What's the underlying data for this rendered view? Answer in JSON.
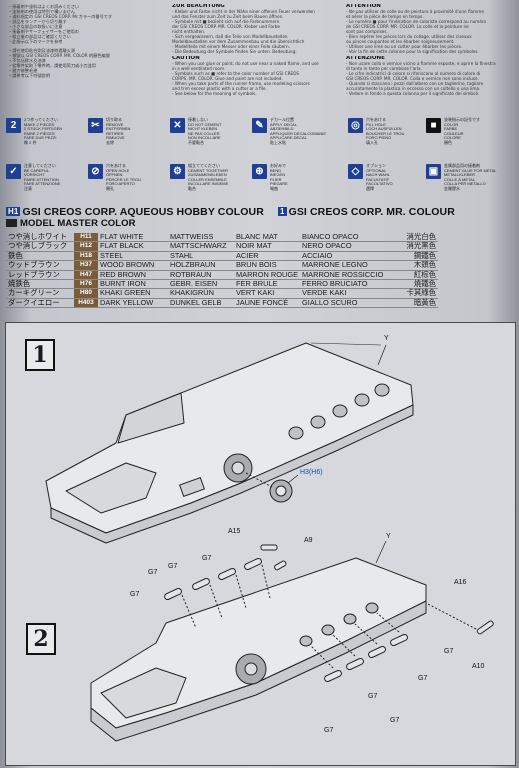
{
  "notes": {
    "zur_title": "ZUR BEACHTUNG",
    "attention_title": "ATTENTION",
    "caution_title": "CAUTION",
    "attenzione_title": "ATTENZIONE",
    "jp_col1": [
      "・接着剤や塗料はよくお読みください",
      "・塗装剤の使用は特別で構いません",
      "・道料指定の GSI CREOS CORP. Mr.カラーの番号です",
      "・部品をランナーから切り離す",
      "・小さな部品の取扱いに注意",
      "・接着剤やサーフェイサーをご使用の",
      "・組立後の部品はご確認ください",
      "・此指示以下のマークを参考"
    ],
    "zur_col": [
      "- Kleber und Farbe nicht in der Nähe einer offenen Feuer verwenden",
      "  und das Fenster zum Zeit zu Zeit beim Bauen öffnen.",
      "- Symbole mit ■ bezieht sich auf die Farbnummern",
      "  der GSI CREOS CORP. MR. COLOR. Kleber und Farbe",
      "  nicht enthalten.",
      "- Sich vergewissern, daß die Teile von Modellbaustellen",
      "  Modellbaustellen vor dem Zusammenbau und die übersichtlich",
      "- Modellteile mit einem Messer oder einer Feile säubern.",
      "- Die Bedeutung der Symbole finden Sie unten. Bedeutung:"
    ],
    "att_col": [
      "- Ne pas utiliser de colle ou de peinture à proximité d'une flamme",
      "  et aérer la pièce de temps en temps.",
      "- Le numéro ■ pour l'indication de coloriste correspond au numéro",
      "  de GSI CREOS CORP. MR. COLOR. La colle et la peinture ne",
      "  sont pas comprises.",
      "- Bien repérer les pièces lors du collage, utiliser des ciseaux",
      "  ou pinces coupantes et les ébarber soigneusement.",
      "- Utiliser une lime ou un cutter pour ébarber les pièces.",
      "- Voir la fin de cette colonne pour la signification des symboles"
    ],
    "caution_col": [
      "- When you use glue or paint, do not use near a naked flame, and use",
      "  in a well-ventilated room.",
      "- Symbols such as ■ refer to the color number of GSI CREOS",
      "  CORPS. MR. COLOR. Glue and paint are not included.",
      "- When you take parts of the runner frame, use modeling scissors",
      "  and trim excess plastic with a cutter or a file.",
      "- See below for the meaning of symbols."
    ],
    "attenzione_col": [
      "- Non usare colla e vernice vicino a fiamme esposte, e aprire la finestra",
      "  di tanto in tanto per cambiare l'aria.",
      "- Le cifre indicatrici di colore si riferiscono al numero di colore di",
      "  GSI CREOS CORP. MR. COLOR. Colla e vernice non sono incluse.",
      "- Quando si staccano i pezzi dall'albero con un taglierino, tagliare",
      "  accuratamente la plastica in eccesso con un coltello o una lima.",
      "- Vedere in fondo a questa colonna per il significato dei simboli."
    ],
    "jp_col2": [
      "・請在使用粘合劑及油漆時遠離火源",
      "・標號以 GSI CREOS CORP. MR. COLOR 的顏色編號",
      "・不包括膠水及油漆",
      "・從零件架取下零件時，請使用剪刀或小刀並用",
      "・銼刀修整毛邊",
      "・請參考以下符號說明"
    ]
  },
  "legend": [
    {
      "icon": "2",
      "lines": [
        "2つ作ってください",
        "MAKE 2 PIECES",
        "2 STÜCK FERTIGEN",
        "FAIRE 2 PIÈCES",
        "FARE DUE PEZZI",
        "做 2 件",
        "製作 2 個"
      ]
    },
    {
      "icon": "✂",
      "lines": [
        "切り取る",
        "REMOVE",
        "ENTFERNEN",
        "RETIRER",
        "RIMUOVE",
        "去除",
        "去除"
      ]
    },
    {
      "icon": "✕",
      "lines": [
        "接着しない",
        "DO NOT CEMENT",
        "NICHT KLEBEN",
        "NE PAS COLLER",
        "NON INCOLLARE",
        "不要黏合",
        "請勿黏合"
      ]
    },
    {
      "icon": "✎",
      "lines": [
        "デカール位置",
        "APPLY DECAL",
        "ABZIEHBILD",
        "APPLIQUER DÉCALCOMANIE",
        "APPLICARE DECAL",
        "貼上水貼",
        "貼上水貼"
      ]
    },
    {
      "icon": "◎",
      "lines": [
        "穴をあける",
        "FILL HOLE",
        "LOCH AUSFÜLLEN",
        "BOUCHER LE TROU",
        "FORO PIENO",
        "填入孔",
        "填入孔"
      ]
    },
    {
      "icon": "■",
      "lines": [
        "塗装指示の記号です",
        "COLOR",
        "FARBE",
        "COULEUR",
        "COLORE",
        "顏色",
        "顏色"
      ]
    },
    {
      "icon": "✓",
      "lines": [
        "注意してください",
        "BE CAREFUL",
        "VORSICHT",
        "FAIRE ATTENTION",
        "FARE ATTENZIONE",
        "注意",
        "注意"
      ]
    },
    {
      "icon": "⊘",
      "lines": [
        "穴をあける",
        "OPEN HOLE",
        "ÖFFNEN",
        "PERCER LE TROU",
        "FORO APERTO",
        "開孔",
        "開孔"
      ]
    },
    {
      "icon": "⚙",
      "lines": [
        "組立ててください",
        "CEMENT TOGETHER",
        "ZUSAMMENKLEBEN",
        "COLLER ENSEMBLE",
        "INCOLLARE INSIEME",
        "黏合",
        "黏合"
      ]
    },
    {
      "icon": "⊕",
      "lines": [
        "お好みで",
        "BEND",
        "BIEGEN",
        "PLIER",
        "PIEGARE",
        "彎曲",
        "彎曲"
      ]
    },
    {
      "icon": "◇",
      "lines": [
        "オプション",
        "OPTIONAL",
        "NACH WAHL",
        "FACULTATIF",
        "FACOLTATIVO",
        "選擇",
        "選擇"
      ]
    },
    {
      "icon": "▣",
      "lines": [
        "金属部品用の接着剤",
        "CEMENT GLUE FOR METAL",
        "METALLKLEBER",
        "COLLE À MÉTAL",
        "COLLA PER METALLO",
        "金屬膠水",
        "金屬膠水"
      ]
    }
  ],
  "banner": {
    "badge_left": "H1",
    "left": "GSI CREOS CORP. AQUEOUS HOBBY COLOUR",
    "sub_left": "MODEL MASTER COLOR",
    "badge_right": "1",
    "right": "GSI CREOS CORP. MR. COLOUR"
  },
  "colors": [
    {
      "jp": "つや消しホワイト",
      "code": "H11",
      "en": "FLAT WHITE",
      "de": "MATTWEISS",
      "fr": "BLANC MAT",
      "it": "BIANCO OPACO",
      "jp2": "消光白色"
    },
    {
      "jp": "つや消しブラック",
      "code": "H12",
      "en": "FLAT BLACK",
      "de": "MATTSCHWARZ",
      "fr": "NOIR MAT",
      "it": "NERO OPACO",
      "jp2": "消光黑色"
    },
    {
      "jp": "鉄色",
      "code": "H18",
      "en": "STEEL",
      "de": "STAHL",
      "fr": "ACIER",
      "it": "ACCIAIO",
      "jp2": "鋼鐵色"
    },
    {
      "jp": "ウッドブラウン",
      "code": "H37",
      "en": "WOOD BROWN",
      "de": "HOLZBRAUN",
      "fr": "BRUN BOIS",
      "it": "MARRONE LEGNO",
      "jp2": "木頭色"
    },
    {
      "jp": "レッドブラウン",
      "code": "H47",
      "en": "RED BROWN",
      "de": "ROTBRAUN",
      "fr": "MARRON ROUGE",
      "it": "MARRONE ROSSICCIO",
      "jp2": "紅棕色"
    },
    {
      "jp": "焼鉄色",
      "code": "H76",
      "en": "BURNT IRON",
      "de": "GEBR. EISEN",
      "fr": "FER BRULE",
      "it": "FERRO BRUCIATO",
      "jp2": "燒鐵色"
    },
    {
      "jp": "カーキグリーン",
      "code": "H80",
      "en": "KHAKI GREEN",
      "de": "KHAKIGRÜN",
      "fr": "VERT KAKI",
      "it": "VERDE KAKI",
      "jp2": "卡其綠色"
    },
    {
      "jp": "ダークイエロー",
      "code": "H403",
      "en": "DARK YELLOW",
      "de": "DUNKEL GELB",
      "fr": "JAUNE FONCÉ",
      "it": "GIALLO SCURO",
      "jp2": "暗黃色"
    }
  ],
  "steps": {
    "step1": "1",
    "step2": "2"
  },
  "part_labels": {
    "y1": "Y",
    "h3": "H3(H6)",
    "a15": "A15",
    "a9": "A9",
    "y2": "Y",
    "g7_a": "G7",
    "g7_b": "G7",
    "g7_c": "G7",
    "g7_d": "G7",
    "a16": "A16",
    "g7_e": "G7",
    "a10": "A10",
    "g7_f": "G7",
    "g7_g": "G7",
    "g7_h": "G7",
    "g7_i": "G7"
  }
}
